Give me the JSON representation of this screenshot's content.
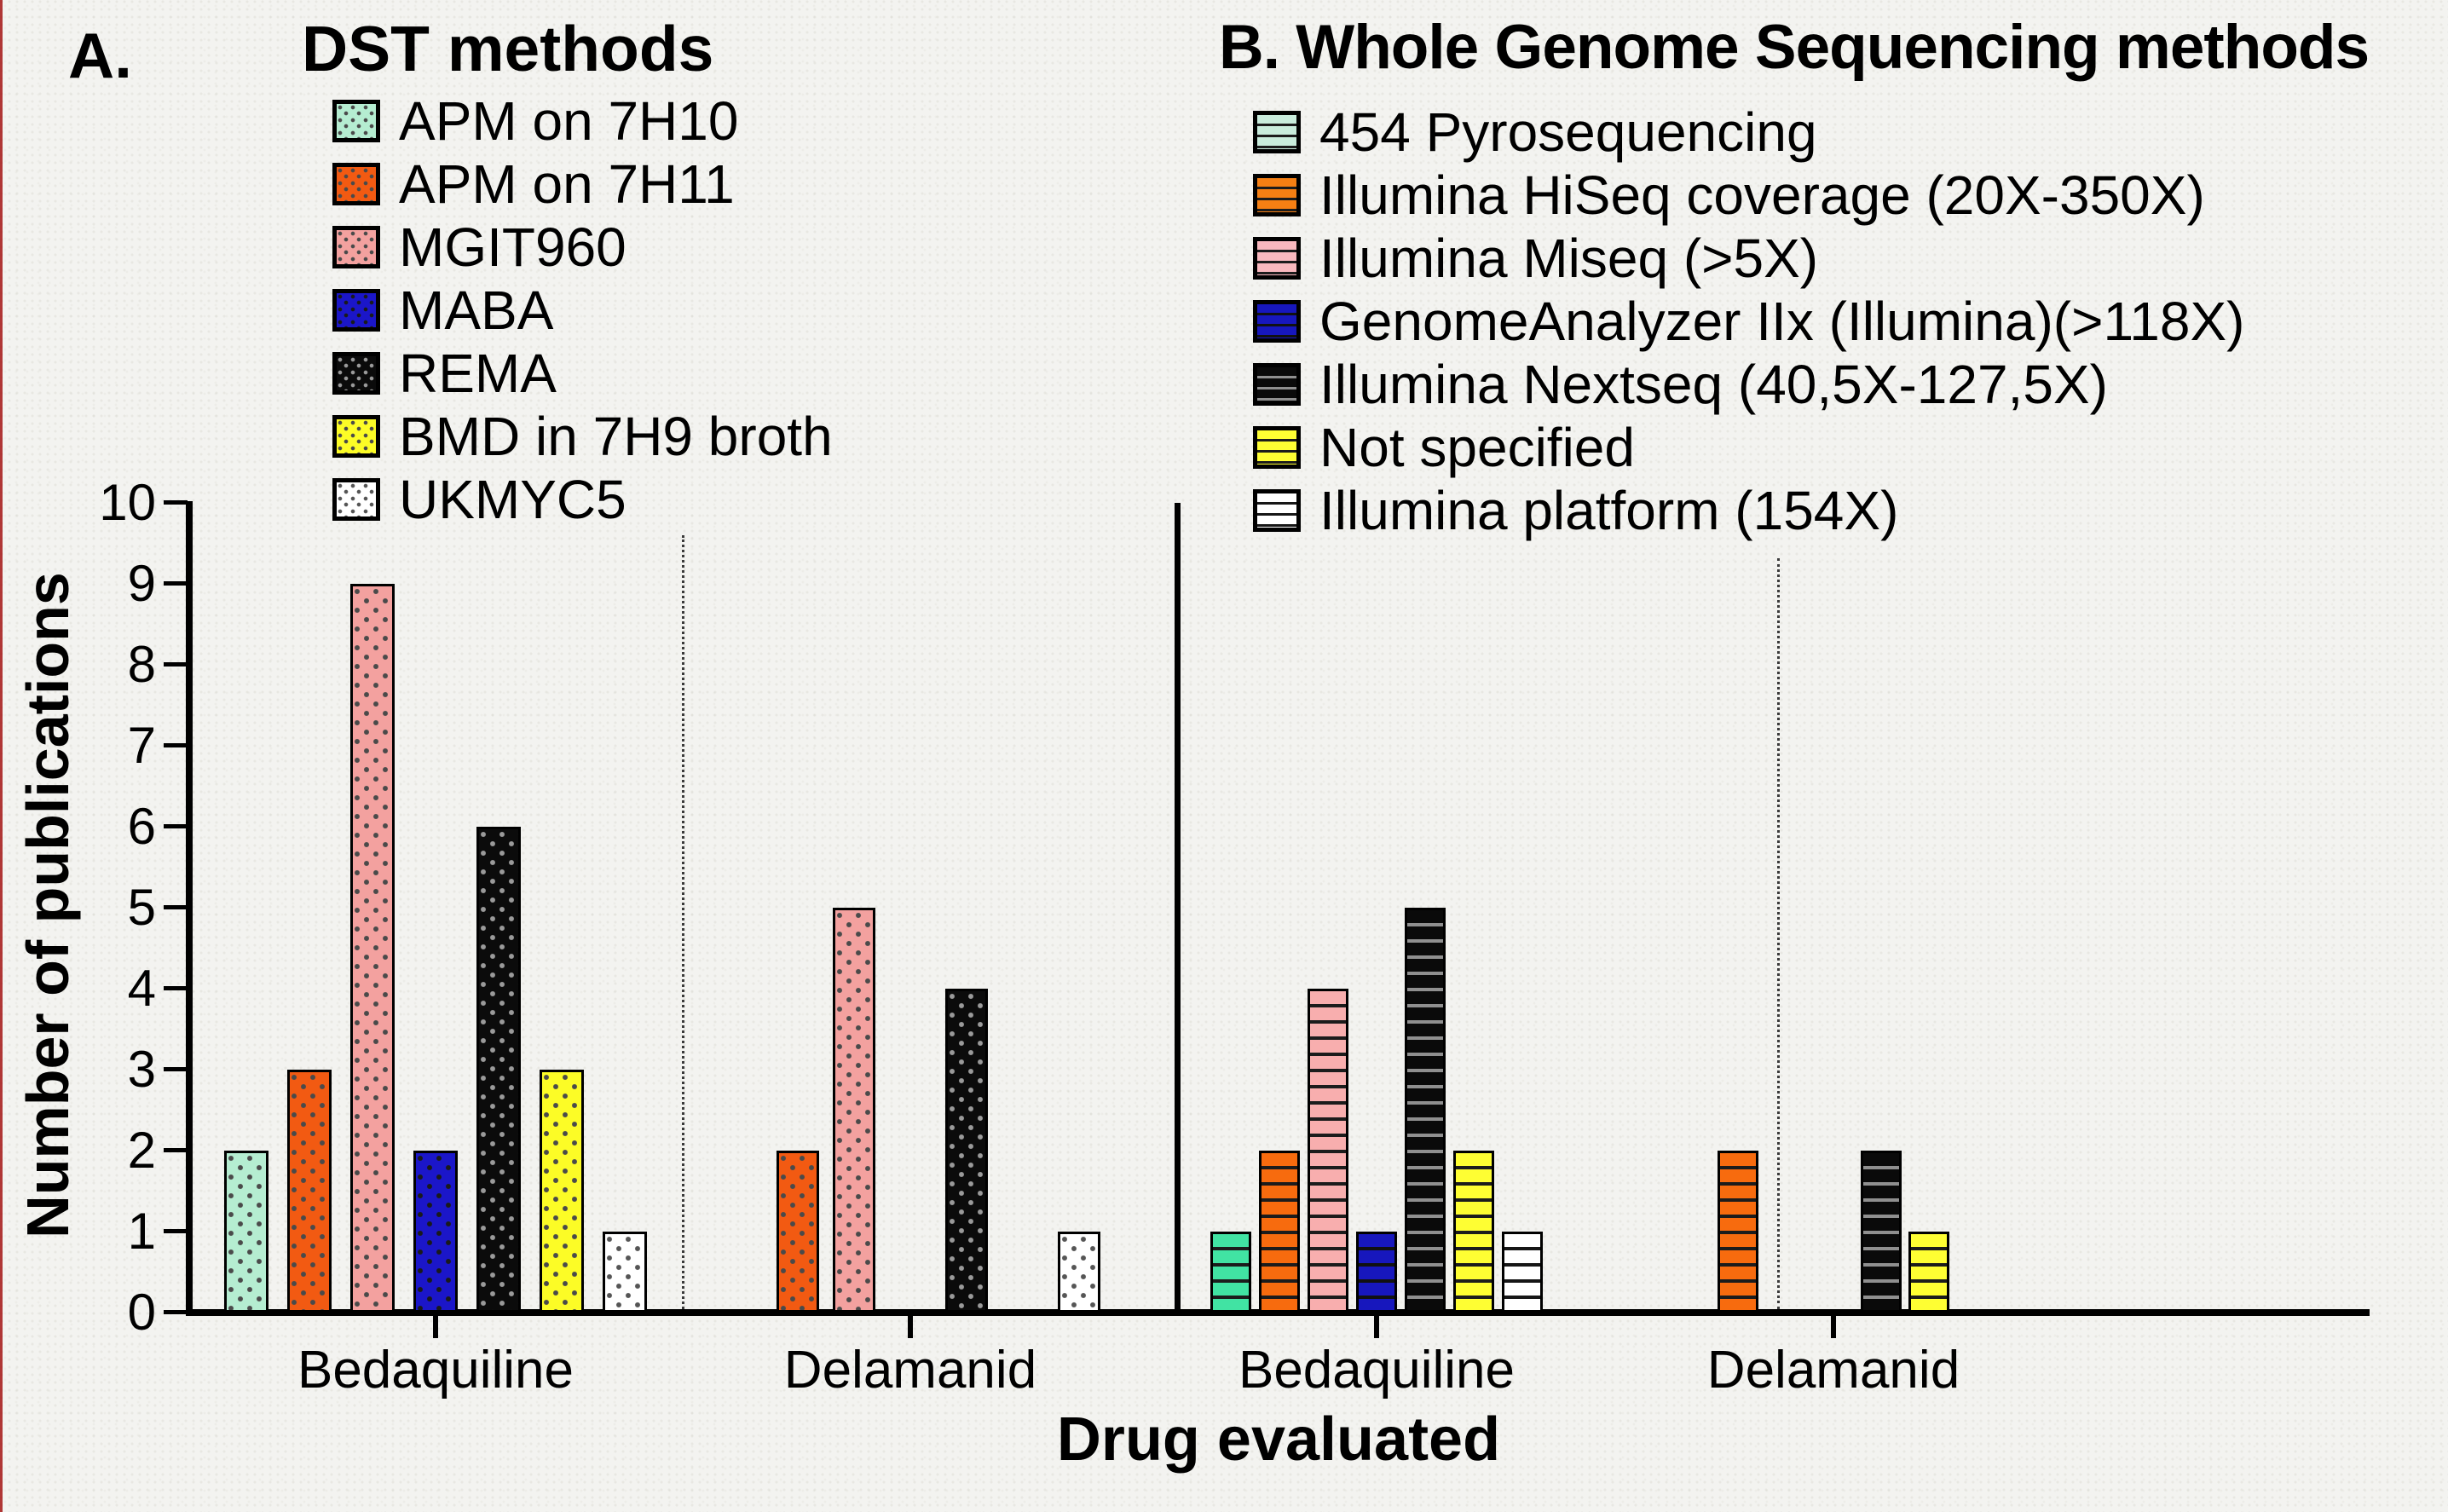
{
  "figure": {
    "background_color": "#f3f3f0",
    "panel_a": {
      "label": "A.",
      "title": "DST methods"
    },
    "panel_b": {
      "label": "B.",
      "title": "Whole Genome Sequencing methods"
    },
    "y_axis": {
      "title": "Number of publications"
    },
    "x_axis": {
      "title": "Drug evaluated"
    }
  },
  "chart_data": {
    "type": "bar",
    "ylabel": "Number of publications",
    "xlabel": "Drug evaluated",
    "ylim": [
      0,
      10
    ],
    "y_ticks": [
      0,
      1,
      2,
      3,
      4,
      5,
      6,
      7,
      8,
      9,
      10
    ],
    "grid": false,
    "legend_position": "top",
    "panels": [
      {
        "name": "A",
        "title": "DST methods",
        "pattern": "v-dots",
        "categories": [
          "Bedaquiline",
          "Delamanid"
        ],
        "series": [
          {
            "name": "APM on 7H10",
            "color": "#b5edd1",
            "swatch_color": "#b5edd1",
            "pattern_color": "#4a4a4a",
            "values": [
              2,
              0
            ]
          },
          {
            "name": "APM on 7H11",
            "color": "#f25a12",
            "swatch_color": "#f25a12",
            "pattern_color": "#4a4a4a",
            "values": [
              3,
              2
            ]
          },
          {
            "name": "MGIT960",
            "color": "#f3a19f",
            "swatch_color": "#f3a19f",
            "pattern_color": "#4a4a4a",
            "values": [
              9,
              5
            ]
          },
          {
            "name": "MABA",
            "color": "#1b16c9",
            "swatch_color": "#1b16c9",
            "pattern_color": "#1a1a1a",
            "values": [
              2,
              0
            ]
          },
          {
            "name": "REMA",
            "color": "#0b0b0b",
            "swatch_color": "#0b0b0b",
            "pattern_color": "#9a9a9a",
            "values": [
              6,
              4
            ]
          },
          {
            "name": "BMD in 7H9 broth",
            "color": "#fcfc26",
            "swatch_color": "#fcfc26",
            "pattern_color": "#4a4a4a",
            "values": [
              3,
              0
            ]
          },
          {
            "name": "UKMYC5",
            "color": "#ffffff",
            "swatch_color": "#ffffff",
            "pattern_color": "#555555",
            "values": [
              1,
              1
            ]
          }
        ]
      },
      {
        "name": "B",
        "title": "Whole Genome Sequencing methods",
        "pattern": "h-stripes",
        "categories": [
          "Bedaquiline",
          "Delamanid"
        ],
        "series": [
          {
            "name": "454 Pyrosequencing",
            "color": "#41e3a3",
            "swatch_color": "#c9ecdc",
            "pattern_color": "#1c1c1c",
            "values": [
              1,
              0
            ]
          },
          {
            "name": "Illumina HiSeq coverage (20X-350X)",
            "color": "#f76b0e",
            "swatch_color": "#f57f13",
            "pattern_color": "#1c1c1c",
            "values": [
              2,
              2
            ]
          },
          {
            "name": "Illumina Miseq (>5X)",
            "color": "#f8aeae",
            "swatch_color": "#f9b8be",
            "pattern_color": "#1c1c1c",
            "values": [
              4,
              0
            ]
          },
          {
            "name": "GenomeAnalyzer IIx (Illumina)(>118X)",
            "color": "#1717bd",
            "swatch_color": "#1717bd",
            "pattern_color": "#111111",
            "values": [
              1,
              0
            ]
          },
          {
            "name": "Illumina Nextseq (40,5X-127,5X)",
            "color": "#0a0a0a",
            "swatch_color": "#0a0a0a",
            "pattern_color": "#8f8f8f",
            "values": [
              5,
              2
            ]
          },
          {
            "name": "Not specified",
            "color": "#fefe33",
            "swatch_color": "#fefe33",
            "pattern_color": "#1c1c1c",
            "values": [
              2,
              1
            ]
          },
          {
            "name": "Illumina platform (154X)",
            "color": "#ffffff",
            "swatch_color": "#ffffff",
            "pattern_color": "#161616",
            "values": [
              1,
              0
            ]
          }
        ]
      }
    ]
  }
}
